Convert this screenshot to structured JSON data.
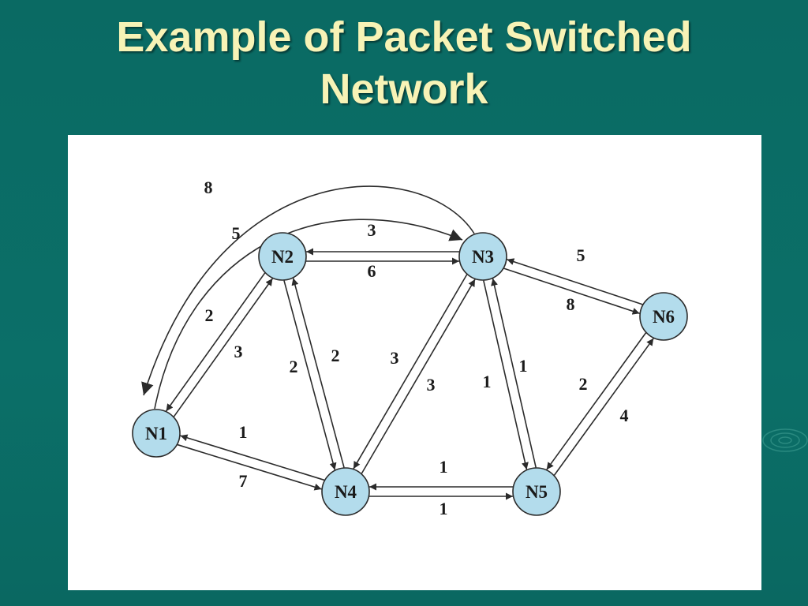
{
  "slide": {
    "title_line1": "Example of Packet Switched",
    "title_line2": "Network"
  },
  "colors": {
    "background": "#0b6f68",
    "title": "#f7f3b6",
    "node_fill": "#b3dcec",
    "edge": "#2b2b2b"
  },
  "nodes": [
    {
      "id": "N1",
      "label": "N1"
    },
    {
      "id": "N2",
      "label": "N2"
    },
    {
      "id": "N3",
      "label": "N3"
    },
    {
      "id": "N4",
      "label": "N4"
    },
    {
      "id": "N5",
      "label": "N5"
    },
    {
      "id": "N6",
      "label": "N6"
    }
  ],
  "links": [
    {
      "from": "N1",
      "to": "N2",
      "cost": "2"
    },
    {
      "from": "N2",
      "to": "N1",
      "cost": "3"
    },
    {
      "from": "N1",
      "to": "N3",
      "cost": "5"
    },
    {
      "from": "N3",
      "to": "N1",
      "cost": "8"
    },
    {
      "from": "N1",
      "to": "N4",
      "cost": "1"
    },
    {
      "from": "N4",
      "to": "N1",
      "cost": "7"
    },
    {
      "from": "N2",
      "to": "N3",
      "cost": "3"
    },
    {
      "from": "N3",
      "to": "N2",
      "cost": "6"
    },
    {
      "from": "N2",
      "to": "N4",
      "cost": "2"
    },
    {
      "from": "N4",
      "to": "N2",
      "cost": "2"
    },
    {
      "from": "N3",
      "to": "N4",
      "cost": "3"
    },
    {
      "from": "N4",
      "to": "N3",
      "cost": "3"
    },
    {
      "from": "N3",
      "to": "N5",
      "cost": "1"
    },
    {
      "from": "N5",
      "to": "N3",
      "cost": "1"
    },
    {
      "from": "N3",
      "to": "N6",
      "cost": "5"
    },
    {
      "from": "N6",
      "to": "N3",
      "cost": "8"
    },
    {
      "from": "N4",
      "to": "N5",
      "cost": "1"
    },
    {
      "from": "N5",
      "to": "N4",
      "cost": "1"
    },
    {
      "from": "N5",
      "to": "N6",
      "cost": "2"
    },
    {
      "from": "N6",
      "to": "N5",
      "cost": "4"
    }
  ]
}
